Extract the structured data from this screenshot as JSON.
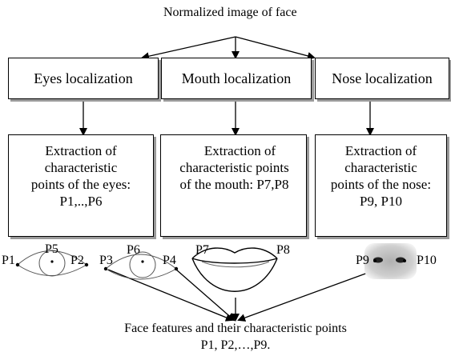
{
  "title": "Normalized image of face",
  "localization_boxes": {
    "eyes": "Eyes localization",
    "mouth": "Mouth localization",
    "nose": "Nose localization"
  },
  "extraction_boxes": {
    "eyes": [
      "Extraction of",
      "characteristic",
      "points of the eyes:",
      "P1,..,P6"
    ],
    "mouth": [
      "Extraction of",
      "characteristic points",
      "of the mouth: P7,P8"
    ],
    "nose": [
      "Extraction of",
      "characteristic",
      "points of the nose:",
      "P9, P10"
    ]
  },
  "point_labels": {
    "p1": "P1",
    "p2": "P2",
    "p3": "P3",
    "p4": "P4",
    "p5": "P5",
    "p6": "P6",
    "p7": "P7",
    "p8": "P8",
    "p9": "P9",
    "p10": "P10"
  },
  "footer": {
    "line1": "Face features and their characteristic points",
    "line2": "P1, P2,…,P9."
  }
}
